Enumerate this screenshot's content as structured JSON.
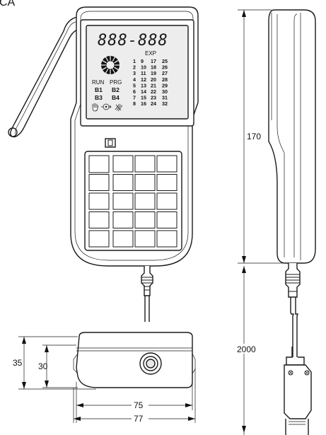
{
  "header": {
    "label": "CA"
  },
  "lcd": {
    "segments": "888-888",
    "exp_label": "EXP",
    "run_label": "RUN",
    "prg_label": "PRG",
    "b_labels": [
      [
        "B1",
        "B2"
      ],
      [
        "B3",
        "B4"
      ]
    ],
    "number_columns": [
      [
        "1",
        "2",
        "3",
        "4",
        "5",
        "6",
        "7",
        "8"
      ],
      [
        "9",
        "10",
        "11",
        "12",
        "13",
        "14",
        "15",
        "16"
      ],
      [
        "17",
        "18",
        "19",
        "20",
        "21",
        "22",
        "23",
        "24"
      ],
      [
        "25",
        "26",
        "27",
        "28",
        "29",
        "30",
        "31",
        "32"
      ]
    ]
  },
  "dimensions": {
    "height": "170",
    "cable_length": "2000",
    "depth_outer": "35",
    "depth_inner": "30",
    "width_inner": "75",
    "width_outer": "77"
  }
}
